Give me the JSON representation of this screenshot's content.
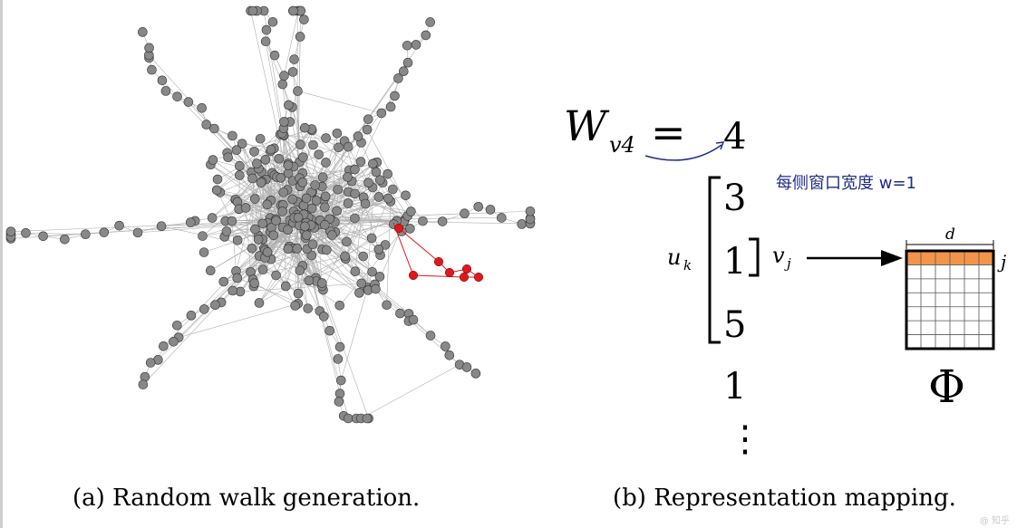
{
  "panel_a": {
    "caption": "(a) Random walk generation.",
    "node_color": "#888888",
    "walk_color": "#e0181b",
    "edge_color": "#b0b0b0"
  },
  "panel_b": {
    "caption": "(b) Representation mapping.",
    "walk_label": "W",
    "walk_subscript": "v4",
    "equals": "=",
    "sequence": [
      "4",
      "3",
      "1",
      "5",
      "1"
    ],
    "ellipsis": "⋮",
    "annotation": "每侧窗口宽度 w=1",
    "annotation_color": "#1f2d86",
    "uk_label": "u",
    "uk_sub": "k",
    "vj_label": "v",
    "vj_sub": "j",
    "matrix_label": "Φ",
    "dim_label": "d",
    "row_label": "j",
    "highlight_color": "#f2954a",
    "grid_rows": 7,
    "grid_cols": 6
  },
  "watermark": "@ 知乎"
}
